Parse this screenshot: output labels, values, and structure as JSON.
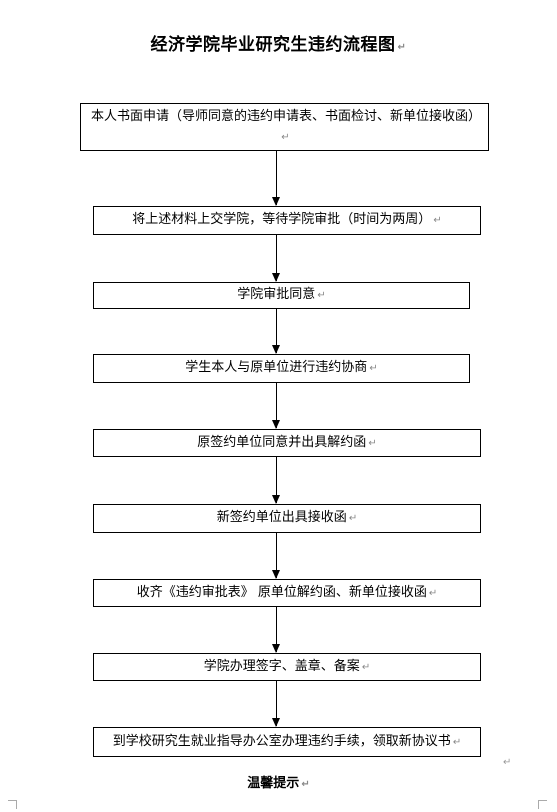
{
  "title": "经济学院毕业研究生违约流程图",
  "para_mark": "↵",
  "steps": [
    "本人书面申请（导师同意的违约申请表、书面检讨、新单位接收函）",
    "将上述材料上交学院，等待学院审批（时间为两周）",
    "学院审批同意",
    "学生本人与原单位进行违约协商",
    "原签约单位同意并出具解约函",
    "新签约单位出具接收函",
    "收齐《违约审批表》 原单位解约函、新单位接收函",
    "学院办理签字、盖章、备案",
    "到学校研究生就业指导办公室办理违约手续，领取新协议书"
  ],
  "footer": "温馨提示"
}
